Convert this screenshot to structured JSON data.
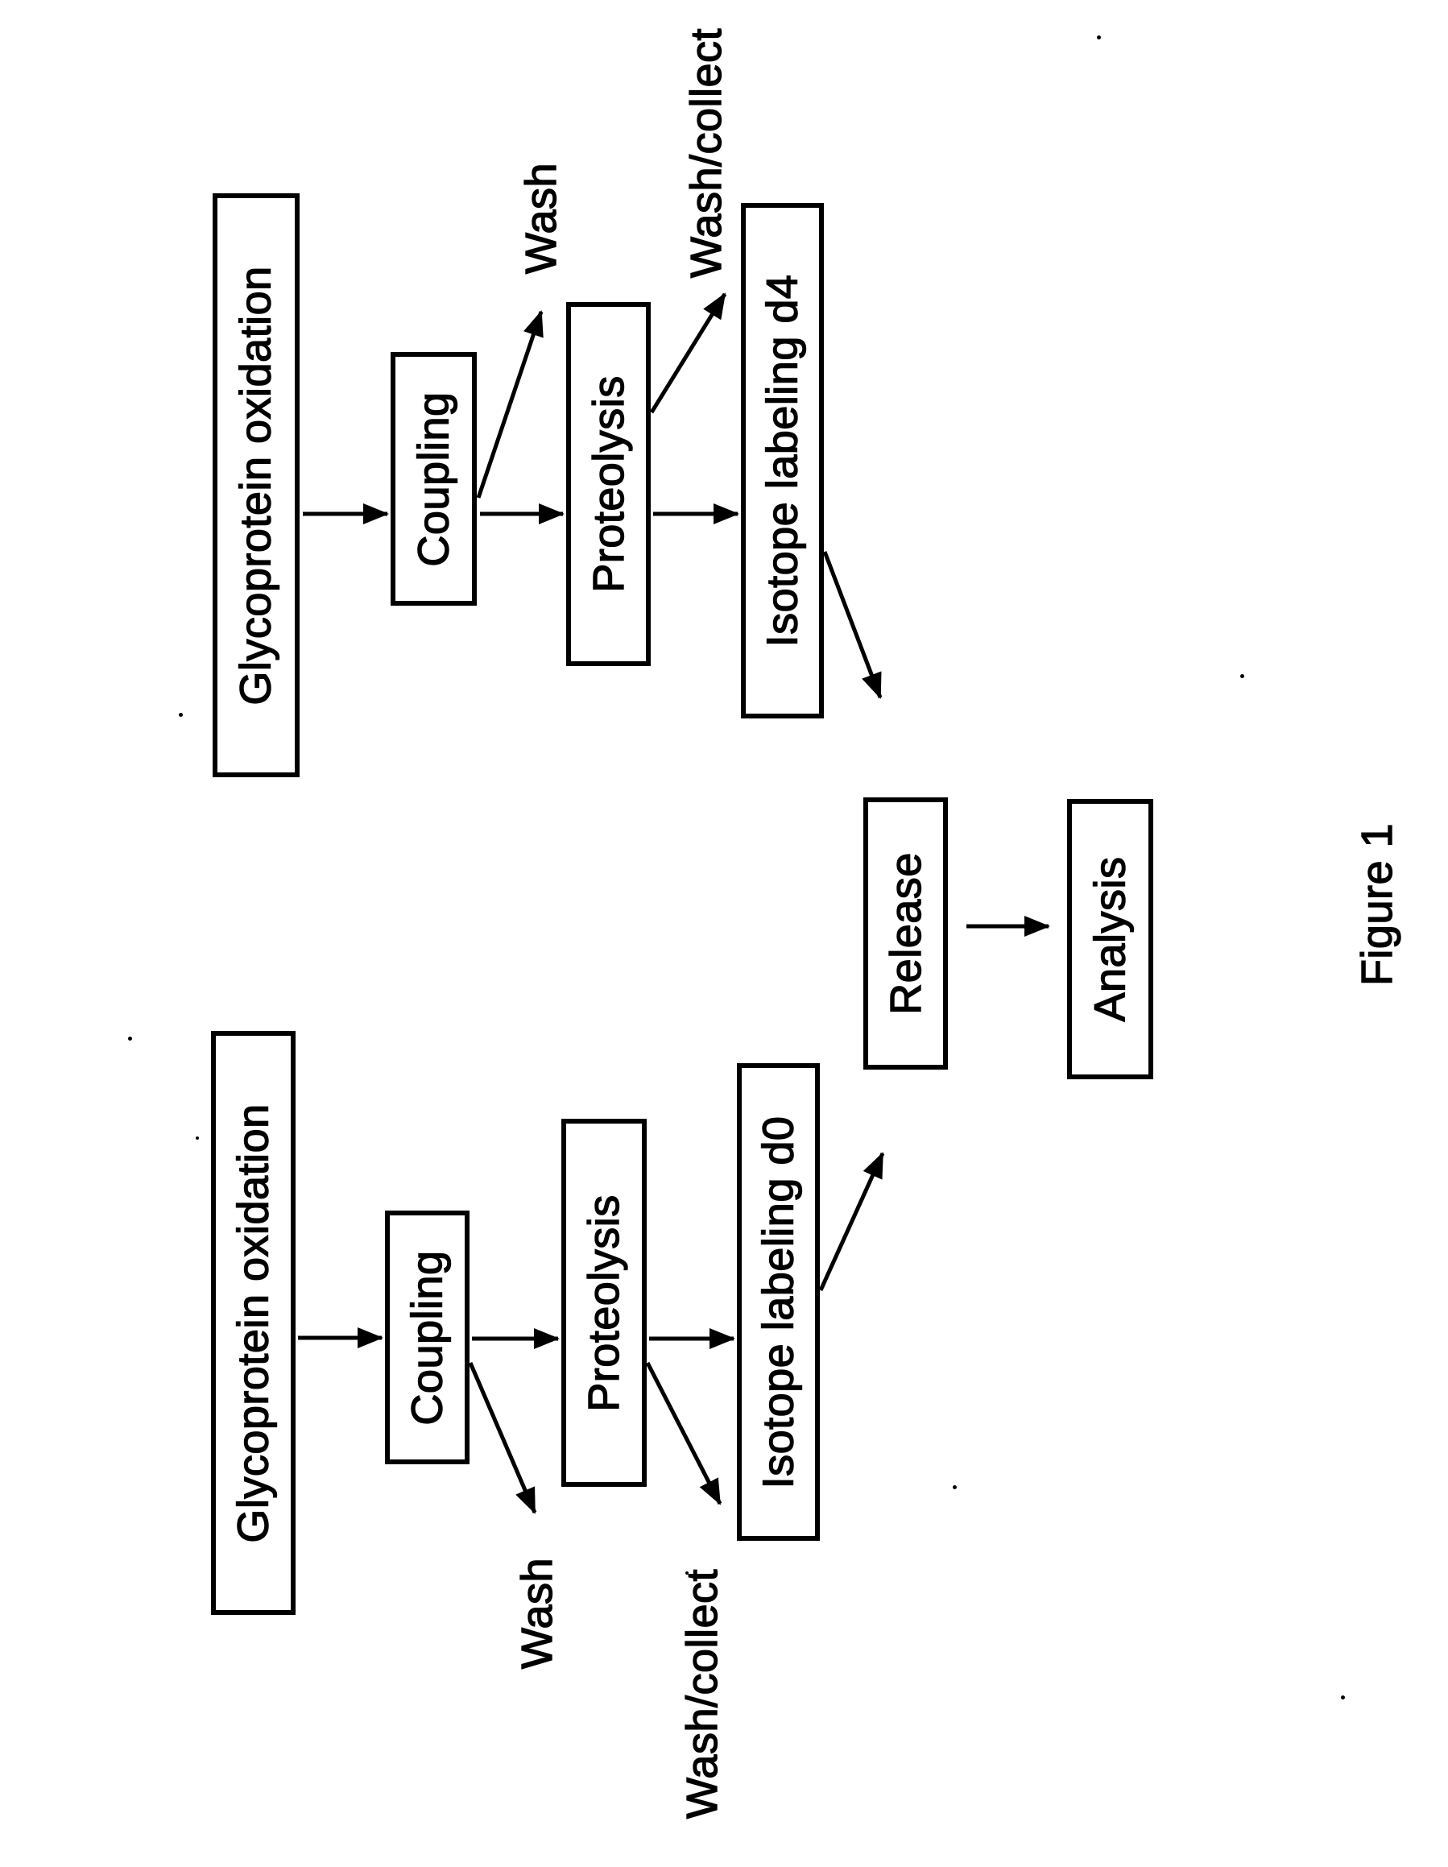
{
  "figure_caption": "Figure 1",
  "workflow_d4": {
    "steps": {
      "oxidation": "Glycoprotein oxidation",
      "coupling": "Coupling",
      "proteolysis": "Proteolysis",
      "labeling": "Isotope labeling d4"
    },
    "branch_labels": {
      "wash": "Wash",
      "wash_collect": "Wash/collect"
    }
  },
  "workflow_d0": {
    "steps": {
      "oxidation": "Glycoprotein oxidation",
      "coupling": "Coupling",
      "proteolysis": "Proteolysis",
      "labeling": "Isotope labeling d0"
    },
    "branch_labels": {
      "wash": "Wash",
      "wash_collect": "Wash/collect"
    }
  },
  "shared_steps": {
    "release": "Release",
    "analysis": "Analysis"
  },
  "colors": {
    "ink": "#000000",
    "paper": "#ffffff"
  }
}
